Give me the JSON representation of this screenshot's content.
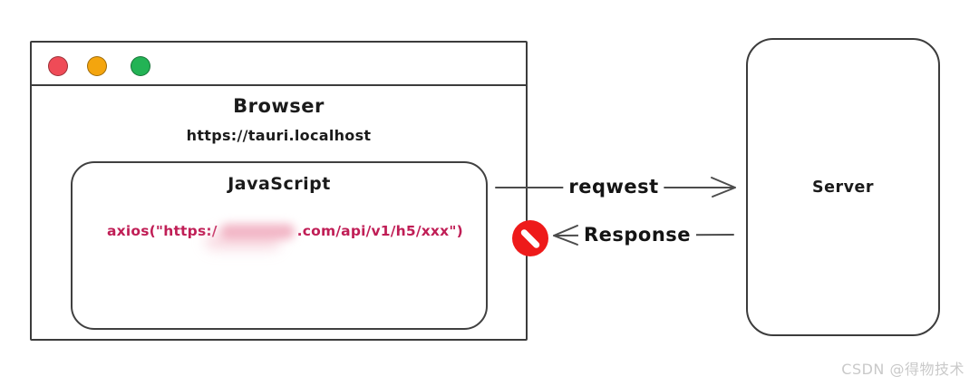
{
  "browser": {
    "title": "Browser",
    "url": "https://tauri.localhost",
    "traffic_lights": {
      "close_color": "#ef4b57",
      "minimize_color": "#f4a50e",
      "maximize_color": "#23b355"
    },
    "js_panel": {
      "title": "JavaScript",
      "code_prefix": "axios(\"https:/",
      "code_suffix": ".com/api/v1/h5/xxx\")",
      "code_color": "#c01e56",
      "code_redacted": true
    }
  },
  "arrows": {
    "request": {
      "label": "reqwest"
    },
    "response": {
      "label": "Response",
      "blocked": true
    }
  },
  "blocked_icon": {
    "color": "#ee1a1a",
    "meaning": "response blocked"
  },
  "server": {
    "label": "Server"
  },
  "watermark": {
    "text": "CSDN @得物技术"
  }
}
